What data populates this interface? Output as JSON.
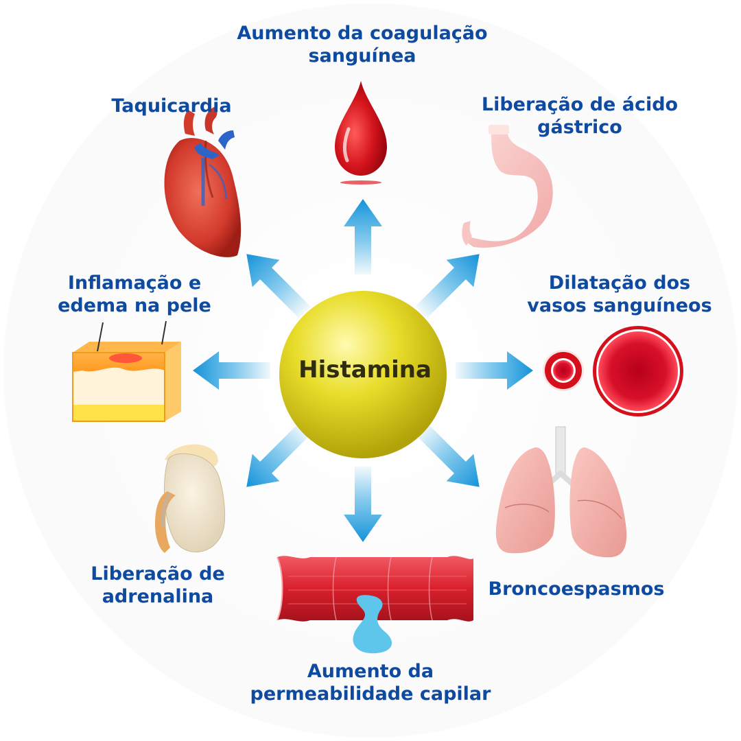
{
  "hub": {
    "label": "Histamina"
  },
  "effects": {
    "top": {
      "lines": [
        "Aumento da coagulação",
        "sanguínea"
      ],
      "icon": "blood-drop-icon"
    },
    "top_right": {
      "lines": [
        "Liberação de ácido",
        "gástrico"
      ],
      "icon": "stomach-icon"
    },
    "right": {
      "lines": [
        "Dilatação dos",
        "vasos sanguíneos"
      ],
      "icon": "blood-vessel-icon"
    },
    "bottom_right": {
      "lines": [
        "Broncoespasmos"
      ],
      "icon": "lungs-icon"
    },
    "bottom": {
      "lines": [
        "Aumento da",
        "permeabilidade capilar"
      ],
      "icon": "capillary-icon"
    },
    "bottom_left": {
      "lines": [
        "Liberação de",
        "adrenalina"
      ],
      "icon": "adrenal-gland-icon"
    },
    "left": {
      "lines": [
        "Inflamação e",
        "edema na pele"
      ],
      "icon": "skin-layers-icon"
    },
    "top_left": {
      "lines": [
        "Taquicardia"
      ],
      "icon": "heart-icon"
    }
  },
  "colors": {
    "label": "#0d4aa0",
    "arrow": "#1e9ee0",
    "hub": "#c9be1a",
    "blood": "#c8101a"
  }
}
